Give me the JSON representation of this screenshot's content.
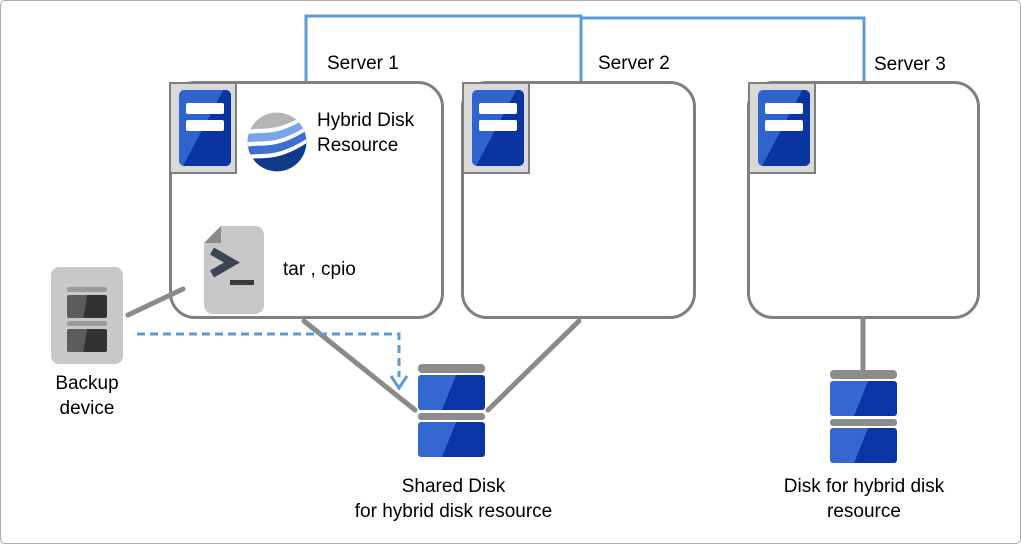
{
  "diagram_type": "cluster-architecture-diagram",
  "servers": [
    {
      "label": "Server 1"
    },
    {
      "label": "Server 2"
    },
    {
      "label": "Server 3"
    }
  ],
  "server1_contents": {
    "hybrid_disk_resource_label": "Hybrid Disk Resource",
    "archive_tools_label": "tar , cpio"
  },
  "backup_device": {
    "label": "Backup device"
  },
  "shared_disk": {
    "label_line1": "Shared Disk",
    "label_line2": "for hybrid disk resource"
  },
  "hybrid_disk": {
    "label_line1": "Disk for hybrid disk",
    "label_line2": "resource"
  },
  "icons": {
    "server_tower_icon": "blue tower server in gray frame",
    "hybrid_disk_resource_globe_icon": "sphere with gray cap and blue waves",
    "archive_file_icon": "gray document with folded corner, > prompt and underscore",
    "backup_device_icon": "gray tape backup unit with two dark drive slots",
    "disk_stack_icon": "two blue disk bodies with gray caps"
  },
  "connections": {
    "interconnect": "Server 1 - Server 2 - Server 3 top network line",
    "backup_to_server1": "backup device to Server 1 solid line",
    "server1_to_shared_disk": "Server 1 to shared disk solid line",
    "server2_to_shared_disk": "Server 2 to shared disk solid line",
    "server3_to_disk": "Server 3 to disk vertical line",
    "backup_to_shared_disk_dashed": "dashed arrow from backup device to shared disk"
  },
  "colors": {
    "connector_blue": "#5b9bd5",
    "line_gray": "#8a8a8a",
    "box_border_gray": "#7f7f7f",
    "server_blue_light": "#2f64cc",
    "server_blue_dark": "#0a34a0",
    "disk_blue_light": "#3567d0",
    "disk_blue_dark": "#0b35a6",
    "disk_cap_gray": "#8c8c8c",
    "globe_gray": "#b5b5b5",
    "globe_blue_light": "#7aa4ea",
    "globe_blue_mid": "#3c6fd0",
    "globe_blue_navy": "#0f3a8a",
    "file_gray": "#c7c7c7",
    "file_fold_gray": "#8a8a8a"
  }
}
